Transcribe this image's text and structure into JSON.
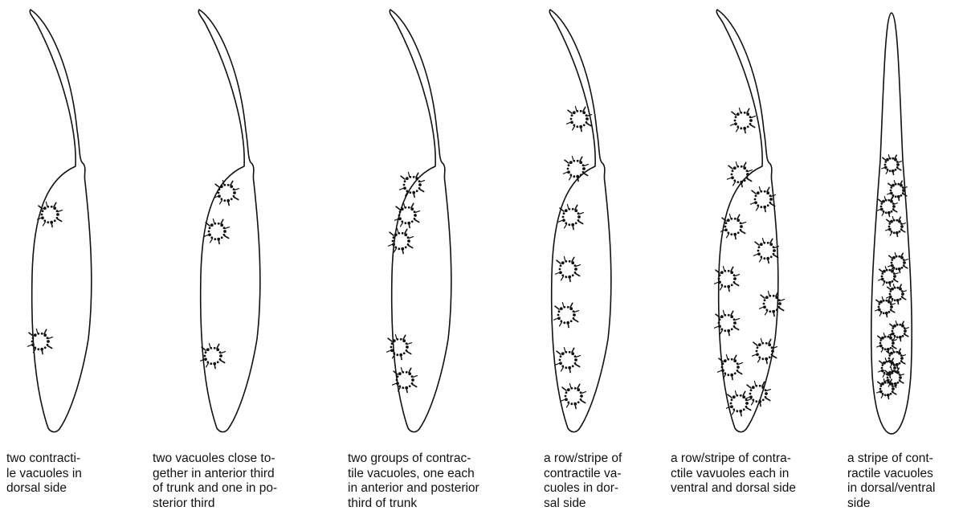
{
  "figure": {
    "panels": [
      {
        "caption_lines": [
          "two contracti-",
          "le vacuoles in",
          "dorsal side"
        ],
        "vacuole_count": 2
      },
      {
        "caption_lines": [
          "two vacuoles close to-",
          "gether in anterior third",
          "of trunk and one in po-",
          "sterior third"
        ],
        "vacuole_count": 3
      },
      {
        "caption_lines": [
          "two groups of contrac-",
          "tile  vacuoles, one each",
          "in anterior and posterior",
          "third of trunk"
        ],
        "vacuole_count": 5
      },
      {
        "caption_lines": [
          "a row/stripe of",
          "contractile va-",
          "cuoles in dor-",
          "sal side"
        ],
        "vacuole_count": 7
      },
      {
        "caption_lines": [
          "a row/stripe of contra-",
          "ctile vavuoles each in",
          "ventral and dorsal side"
        ],
        "vacuole_count": 12
      },
      {
        "caption_lines": [
          "a stripe of cont-",
          "ractile vacuoles",
          "in dorsal/ventral",
          "side"
        ],
        "vacuole_count": 14
      }
    ],
    "colors": {
      "ink": "#111111",
      "background": "#ffffff"
    }
  }
}
